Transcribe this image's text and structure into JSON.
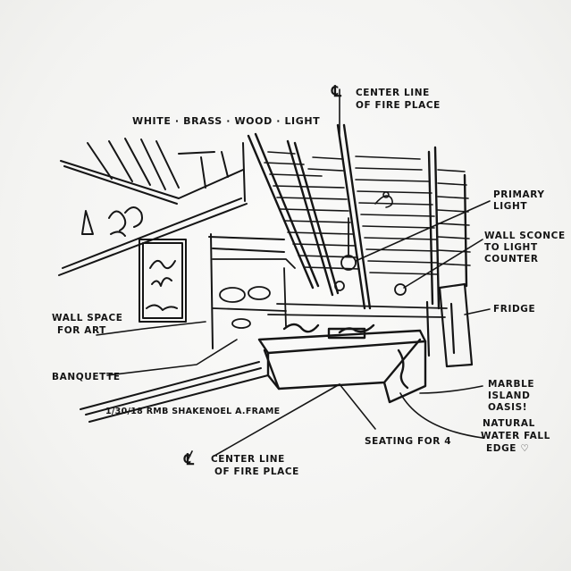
{
  "annotations": {
    "palette": "WHITE · BRASS · WOOD · LIGHT",
    "centerline_top_1": "CENTER LINE",
    "centerline_top_2": "OF FIRE PLACE",
    "primary_light_1": "PRIMARY",
    "primary_light_2": "LIGHT",
    "wall_sconce_1": "WALL SCONCE",
    "wall_sconce_2": "TO LIGHT",
    "wall_sconce_3": "COUNTER",
    "fridge": "FRIDGE",
    "wall_space_1": "WALL SPACE",
    "wall_space_2": "FOR ART",
    "banquette": "BANQUETTE",
    "marble_1": "MARBLE",
    "marble_2": "ISLAND",
    "marble_3": "OASIS!",
    "waterfall_1": "NATURAL",
    "waterfall_2": "WATER FALL",
    "waterfall_3": "EDGE ♡",
    "seating": "SEATING FOR 4",
    "signature": "1/30/18 RMB SHAKENOEL A.FRAME",
    "centerline_bottom_1": "CENTER LINE",
    "centerline_bottom_2": "OF FIRE PLACE"
  },
  "colors": {
    "ink": "#151515",
    "paper": "#f6f6f4"
  }
}
